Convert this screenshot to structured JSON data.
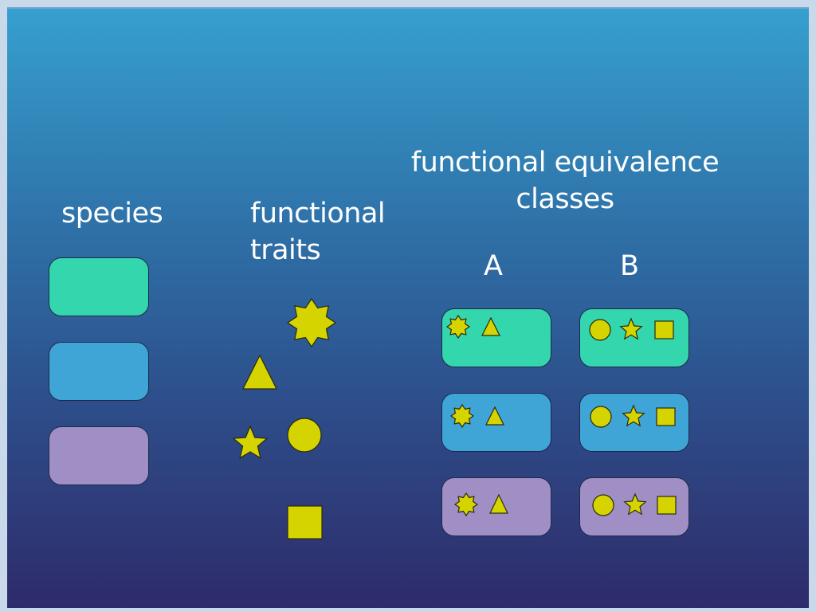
{
  "labels": {
    "species": "species",
    "traits": "functional\ntraits",
    "classes": "functional equivalence\nclasses",
    "class_a": "A",
    "class_b": "B"
  },
  "colors": {
    "green": "#33d6ad",
    "blue": "#3fa5d6",
    "purple": "#a08fc4",
    "trait": "#d6d400"
  },
  "species": [
    "green",
    "blue",
    "purple"
  ],
  "traits": [
    "burst-icon",
    "triangle-icon",
    "star-icon",
    "circle-icon",
    "square-icon"
  ],
  "classes": {
    "A": [
      "burst-icon",
      "triangle-icon"
    ],
    "B": [
      "circle-icon",
      "star-icon",
      "square-icon"
    ]
  }
}
